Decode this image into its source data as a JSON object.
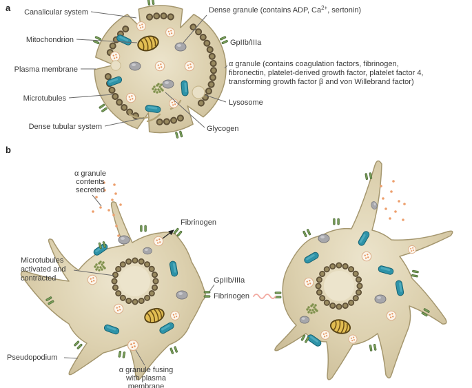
{
  "panel_a": {
    "letter": "a",
    "labels": {
      "canalicular": "Canalicular system",
      "mitochondrion": "Mitochondrion",
      "plasma_membrane": "Plasma membrane",
      "microtubules": "Microtubules",
      "dense_tubular": "Dense tubular system",
      "dense_granule_pre": "Dense granule (contains ADP, Ca",
      "dense_granule_sup": "2+",
      "dense_granule_post": ", sertonin)",
      "gpiib": "GpIIb/IIIa",
      "alpha_granule_line1": "α granule (contains coagulation factors, fibrinogen,",
      "alpha_granule_line2": "fibronectin, platelet-derived growth factor, platelet factor 4,",
      "alpha_granule_line3": "transforming growth factor β and von Willebrand factor)",
      "lysosome": "Lysosome",
      "glycogen": "Glycogen"
    }
  },
  "panel_b": {
    "letter": "b",
    "labels": {
      "secreted_line1": "α granule",
      "secreted_line2": "contents",
      "secreted_line3": "secreted",
      "fibrinogen_top": "Fibrinogen",
      "microtubules_line1": "Microtubules",
      "microtubules_line2": "activated and",
      "microtubules_line3": "contracted",
      "gpiib": "GpIIb/IIIa",
      "fibrinogen_mid": "Fibrinogen",
      "pseudopodium": "Pseudopodium",
      "fusing_line1": "α granule fusing",
      "fusing_line2": "with plasma",
      "fusing_line3": "membrane"
    }
  },
  "colors": {
    "cytoplasm": "#d9cda9",
    "membrane_stroke": "#a5976f",
    "microtubule_bead": "#5f5138",
    "organelle_rod_teal": "#2e93a8",
    "receptor_green": "#7aa05a",
    "granule_speck_orange": "#ed9f6d",
    "dense_granule_gray": "#a7a7ab",
    "mitochondrion_gold": "#e2bd52",
    "fibrinogen_pink": "#f2a9a0",
    "text": "#3a3a3a"
  }
}
